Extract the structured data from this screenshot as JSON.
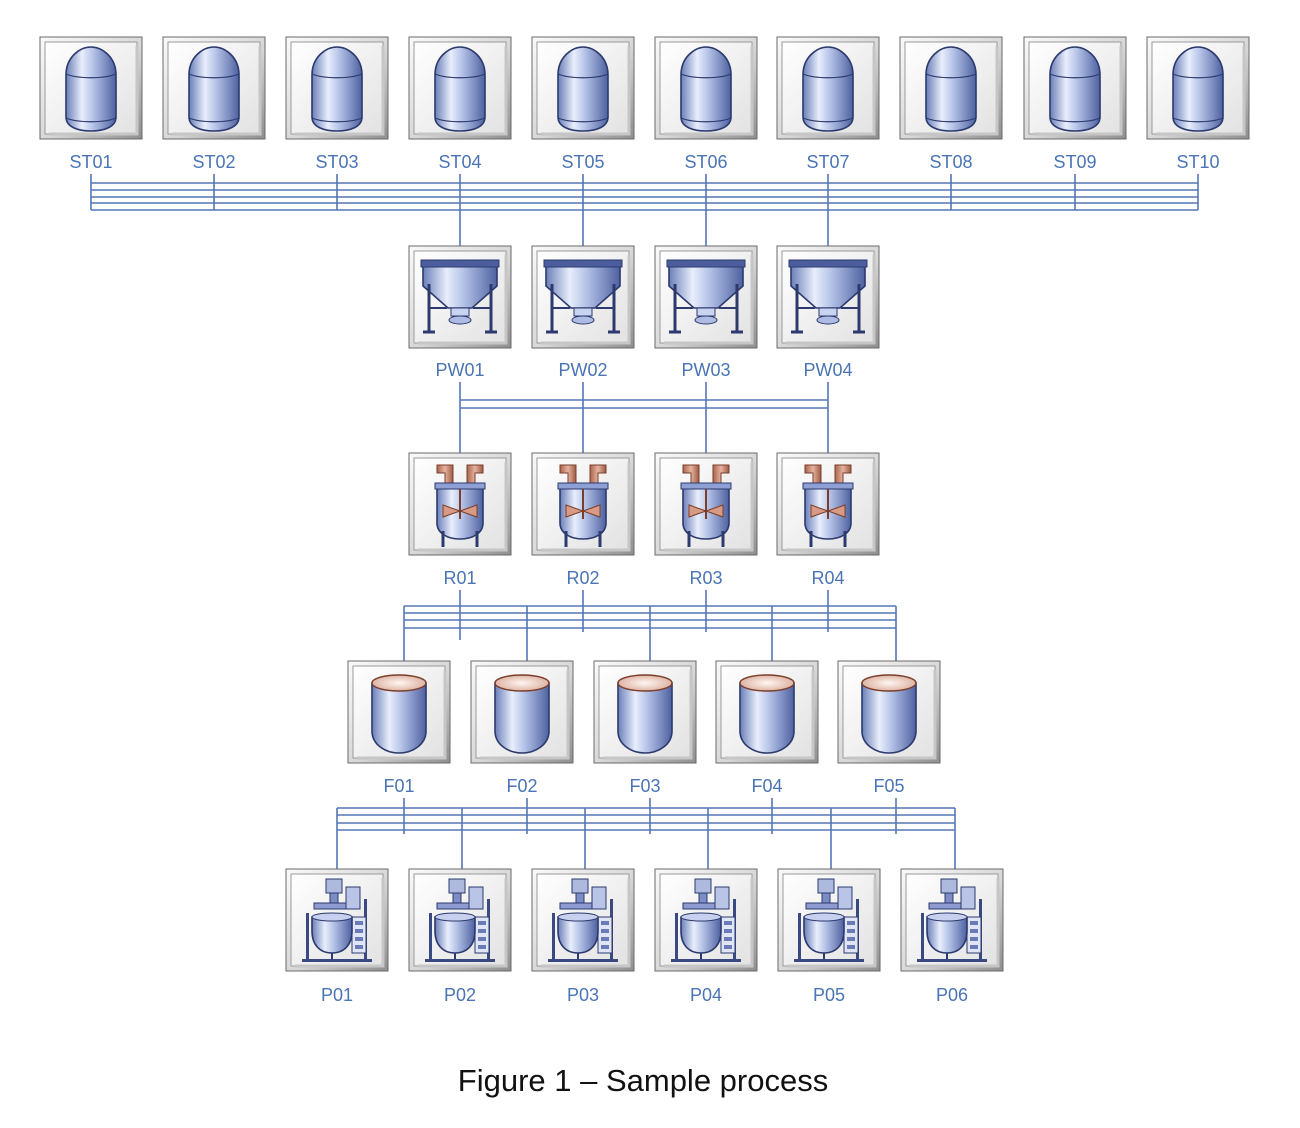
{
  "diagram": {
    "caption": "Figure 1 – Sample process",
    "colors": {
      "pipe": "#5477b6",
      "label": "#4a74b4",
      "vessel_light": "#e4ebfa",
      "vessel_dark": "#5a6fa8",
      "copper": "#c4836b"
    },
    "icons": {
      "storage": "storage-tank-icon",
      "weigh": "weigh-hopper-icon",
      "reactor": "reactor-icon",
      "filler": "filler-tank-icon",
      "packaging": "packaging-machine-icon"
    },
    "storage_tanks": [
      "ST01",
      "ST02",
      "ST03",
      "ST04",
      "ST05",
      "ST06",
      "ST07",
      "ST08",
      "ST09",
      "ST10"
    ],
    "weigh_stations": [
      "PW01",
      "PW02",
      "PW03",
      "PW04"
    ],
    "reactors": [
      "R01",
      "R02",
      "R03",
      "R04"
    ],
    "fillers": [
      "F01",
      "F02",
      "F03",
      "F04",
      "F05"
    ],
    "packaging_units": [
      "P01",
      "P02",
      "P03",
      "P04",
      "P05",
      "P06"
    ]
  }
}
